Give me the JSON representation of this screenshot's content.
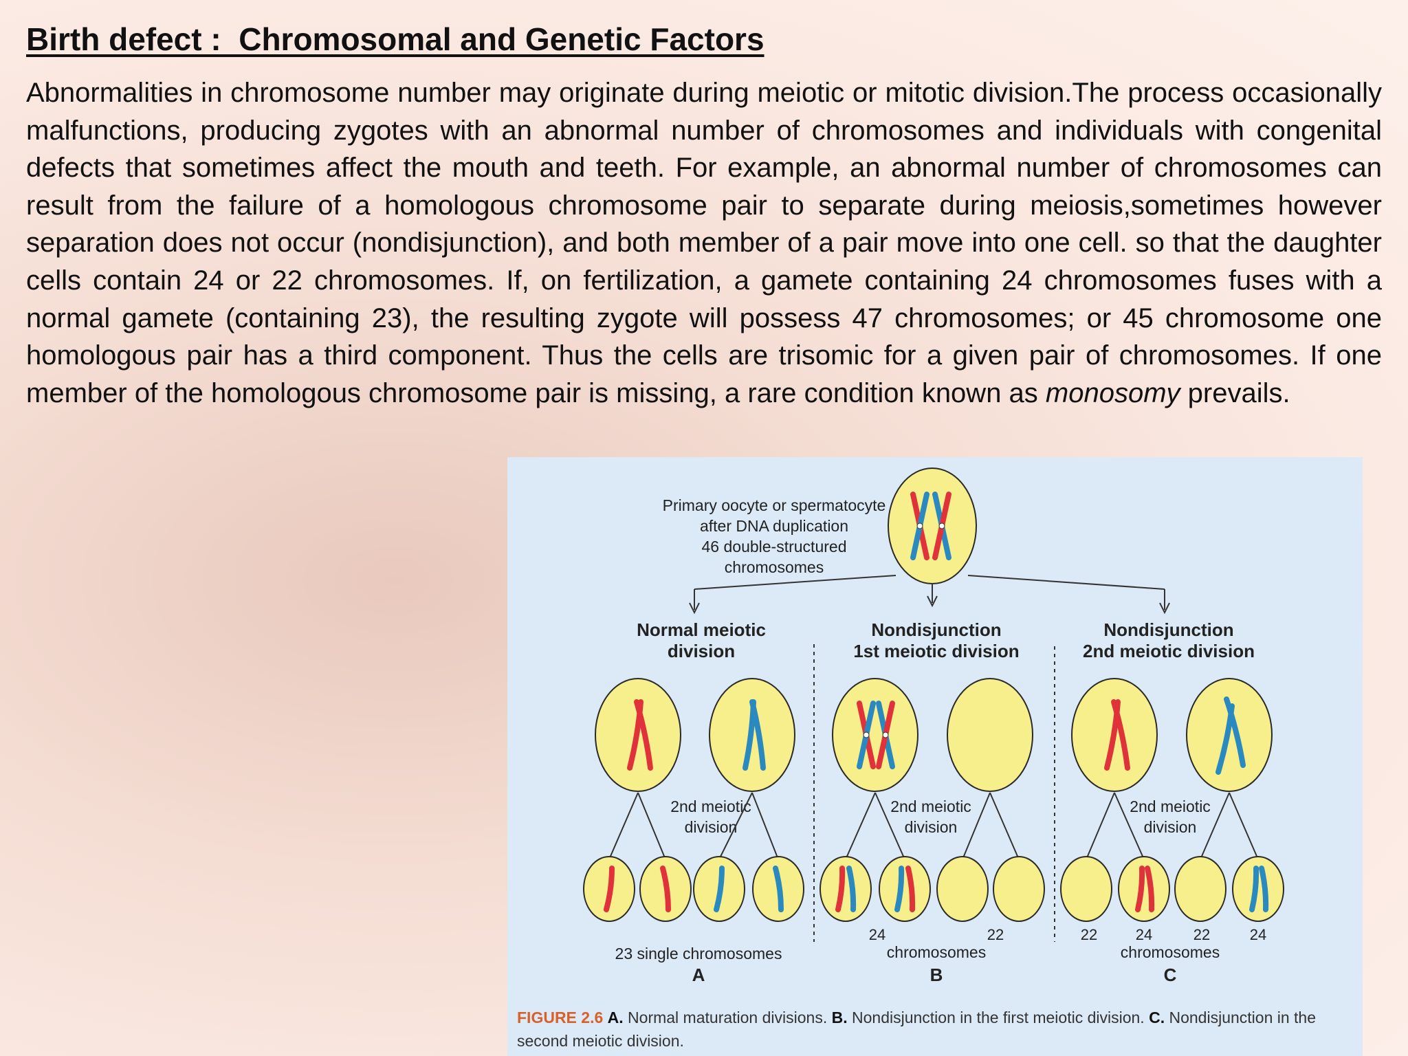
{
  "slide": {
    "title": "Birth defect :  Chromosomal and Genetic Factors",
    "body_pre": "Abnormalities in chromosome number may originate during meiotic or mitotic division.The process occasionally malfunctions, producing zygotes with an abnormal number of chromosomes and individuals with congenital defects that sometimes affect the mouth and teeth. For example, an abnormal number of chromosomes can result from the failure of a homologous chromosome pair to separate during meiosis,sometimes however separation does not occur (nondisjunction), and both member of a pair move into one cell. so that the daughter cells contain 24 or 22 chromosomes. If, on fertilization, a gamete containing 24 chromosomes fuses with a normal gamete (containing 23), the resulting zygote will possess 47 chromosomes; or 45 chromosome one homologous pair has a third component. Thus the cells are trisomic for a given pair of chromosomes. If one member of the homologous chromosome pair is missing, a rare condition known as ",
    "body_term": "monosomy",
    "body_post": " prevails."
  },
  "figure": {
    "top_label": [
      "Primary oocyte or spermatocyte",
      "after DNA duplication",
      "46 double-structured",
      "chromosomes"
    ],
    "col_a": {
      "heading": [
        "Normal meiotic",
        "division"
      ],
      "sub": [
        "2nd meiotic",
        "division"
      ],
      "counts": [
        "23 single chromosomes"
      ],
      "letter": "A"
    },
    "col_b": {
      "heading": [
        "Nondisjunction",
        "1st meiotic division"
      ],
      "sub": [
        "2nd meiotic",
        "division"
      ],
      "counts": [
        "24",
        "22",
        "chromosomes"
      ],
      "letter": "B"
    },
    "col_c": {
      "heading": [
        "Nondisjunction",
        "2nd meiotic division"
      ],
      "sub": [
        "2nd meiotic",
        "division"
      ],
      "counts": [
        "22",
        "24",
        "22",
        "24",
        "chromosomes"
      ],
      "letter": "C"
    },
    "caption": {
      "label": "FIGURE 2.6",
      "a": "A.",
      "a_text": " Normal maturation divisions. ",
      "b": "B.",
      "b_text": " Nondisjunction in the first meiotic division. ",
      "c": "C.",
      "c_text": " Nondisjunction in the second meiotic division."
    },
    "colors": {
      "cell_fill": "#f7ee8c",
      "cell_stroke": "#2a2a2a",
      "maternal": "#e0323a",
      "paternal": "#2a8abf",
      "panel_bg": "#dce9f6"
    }
  }
}
